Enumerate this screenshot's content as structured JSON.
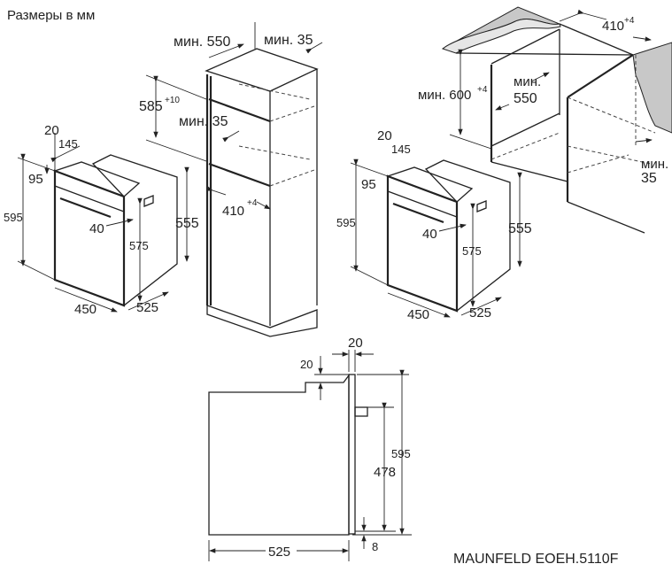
{
  "title": "Размеры в мм",
  "oven_dims": {
    "d20": "20",
    "d145": "145",
    "d95": "95",
    "d595": "595",
    "d40": "40",
    "d575": "575",
    "d555": "555",
    "d450": "450",
    "d525": "525"
  },
  "tall_cabinet": {
    "min550": "мин. 550",
    "min35_top": "мин. 35",
    "h585": "585",
    "h585_tol": "+10",
    "min35_mid": "мин. 35",
    "w410": "410",
    "w410_tol": "+4"
  },
  "base_cabinet": {
    "w410": "410",
    "w410_tol": "+4",
    "min600": "мин. 600",
    "min600_tol": "+4",
    "min550_a": "мин.",
    "min550_b": "550",
    "min35_a": "мин.",
    "min35_b": "35"
  },
  "side_view": {
    "d20_top": "20",
    "d20_left": "20",
    "d595": "595",
    "d478": "478",
    "d8": "8",
    "d525": "525"
  },
  "model": "MAUNFELD EOEH.5110F"
}
